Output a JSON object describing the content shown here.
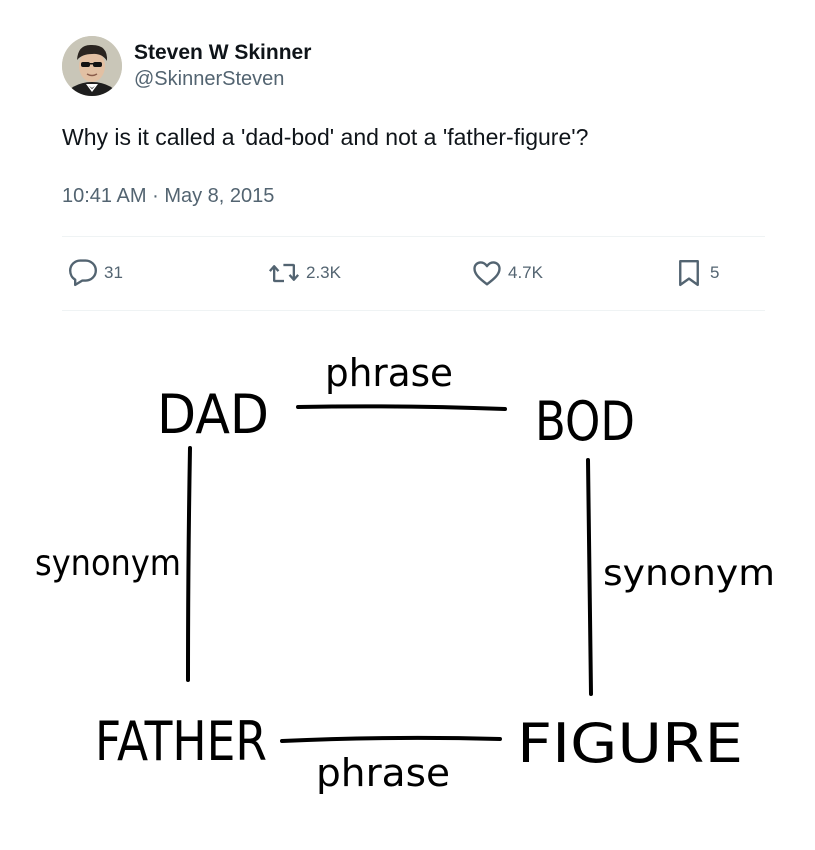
{
  "tweet": {
    "author": {
      "display_name": "Steven W Skinner",
      "handle": "@SkinnerSteven"
    },
    "text": "Why is it called a 'dad-bod' and not a 'father-figure'?",
    "time": "10:41 AM",
    "separator": "·",
    "date": "May 8, 2015",
    "metrics": {
      "replies": "31",
      "retweets": "2.3K",
      "likes": "4.7K",
      "bookmarks": "5"
    }
  },
  "diagram": {
    "nodes": {
      "top_left": "DAD",
      "top_right": "BOD",
      "bottom_left": "FATHER",
      "bottom_right": "FIGURE"
    },
    "edges": {
      "top": "phrase",
      "bottom": "phrase",
      "left": "synonym",
      "right": "synonym"
    }
  },
  "colors": {
    "text_primary": "#0f1419",
    "text_secondary": "#536471",
    "divider": "#eff3f4",
    "ink": "#000000"
  }
}
